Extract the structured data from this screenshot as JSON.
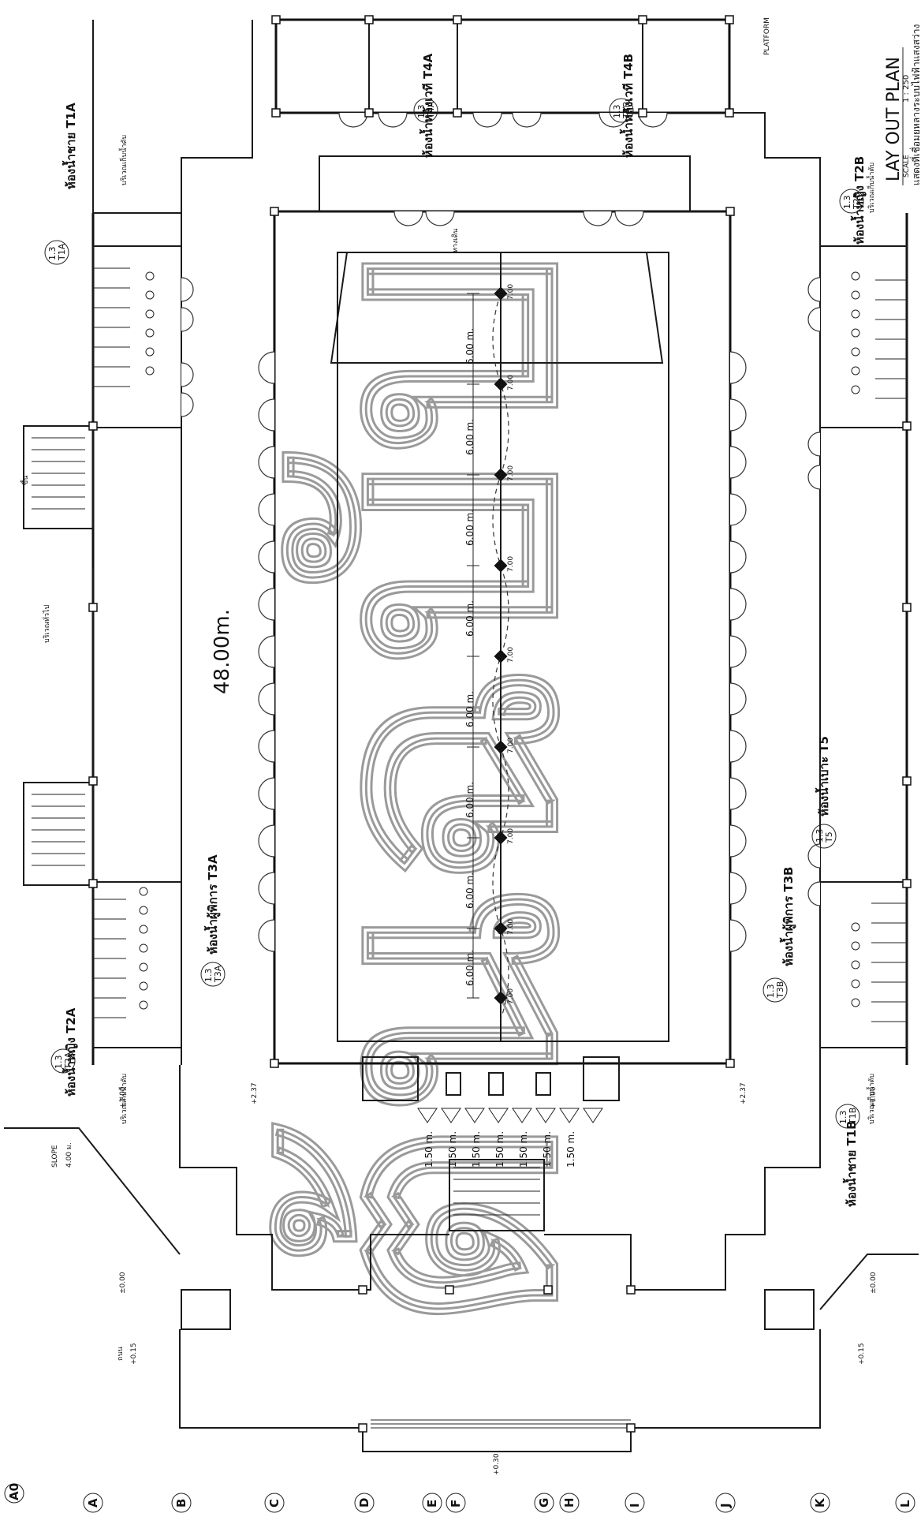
{
  "title": {
    "main": "LAY OUT PLAN",
    "scale_label": "SCALE",
    "scale_value": "1 : 250",
    "subtitle": "แสดงที่เชื่อมยหลางระบบไฟฟ้าแสงสว่าง"
  },
  "watermark": "ต้นฉบับ",
  "dimensions": {
    "overall_length": "48.00m.",
    "bay_spacing": [
      "6.00 m.",
      "6.00 m.",
      "6.00 m.",
      "6.00 m.",
      "6.00 m.",
      "6.00 m.",
      "6.00 m.",
      "6.00 m."
    ],
    "fixture_heights": [
      "7.00",
      "7.00",
      "7.00",
      "7.00",
      "7.00",
      "7.00",
      "7.00",
      "7.00",
      "7.00"
    ],
    "front_spacing": [
      "1.50 m.",
      "1.50 m.",
      "1.50 m.",
      "1.50 m.",
      "1.50 m.",
      "1.50 m.",
      "1.50 m."
    ]
  },
  "rooms": {
    "t1a": {
      "name": "ห้องน้ำชาย T1A",
      "tag_top": "1.3",
      "tag_bottom": "T1A"
    },
    "t2a": {
      "name": "ห้องน้ำหญิง T2A",
      "tag_top": "1.3",
      "tag_bottom": "T2A"
    },
    "t3a": {
      "name": "ห้องน้ำผู้พิการ T3A",
      "tag_top": "1.3",
      "tag_bottom": "T3A"
    },
    "t4a": {
      "name": "ห้องน้ำหลังเวที T4A",
      "tag_top": "1.3",
      "tag_bottom": "T4A"
    },
    "t4b": {
      "name": "ห้องน้ำหลังเวที T4B",
      "tag_top": "1.3",
      "tag_bottom": "T4B"
    },
    "t1b": {
      "name": "ห้องน้ำชาย T1B",
      "tag_top": "1.3",
      "tag_bottom": "T1B"
    },
    "t2b": {
      "name": "ห้องน้ำหญิง T2B",
      "tag_top": "1.3",
      "tag_bottom": "T2B"
    },
    "t3b": {
      "name": "ห้องน้ำผู้พิการ T3B",
      "tag_top": "1.3",
      "tag_bottom": "T3B"
    },
    "t5": {
      "name": "ห้องน้ำเบาะ T5",
      "tag_top": "1.3",
      "tag_bottom": "T5"
    }
  },
  "labels": {
    "platform": "PLATFORM",
    "slope": "SLOPE",
    "slope_len": "4.00 ม.",
    "step": "ขึ้น",
    "level_plus100_a": "+1.00",
    "level_plus100_b": "+1.00",
    "level_plus237_a": "+2.37",
    "level_plus237_b": "+2.37",
    "level_000_a": "±0.00",
    "level_000_b": "±0.00",
    "level_015_a": "+0.15",
    "level_015_b": "+0.15",
    "level_030": "+0.30",
    "road": "ถนน",
    "plaza": "บริเวณทั่วไป",
    "walkway": "ทางเดิน",
    "hydrant_a": "บริเวณเก็บน้ำดับ",
    "hydrant_b": "บริเวณเก็บน้ำดับ",
    "hydrant_c": "บริเวณเก็บน้ำดับ",
    "hydrant_d": "บริเวณเก็บน้ำดับ"
  },
  "grid_axes": [
    "A0",
    "A",
    "B",
    "C",
    "D",
    "E",
    "F",
    "G",
    "H",
    "I",
    "J",
    "K",
    "L"
  ]
}
